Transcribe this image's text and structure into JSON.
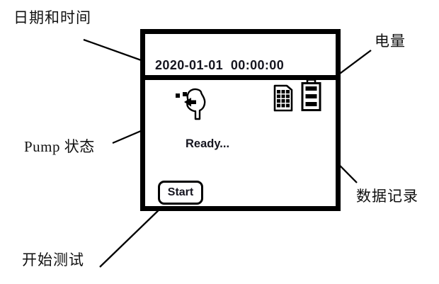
{
  "colors": {
    "ink": "#000000",
    "annotation_text": "#111111",
    "screen_text": "#15151f",
    "background": "#ffffff"
  },
  "annotations": {
    "date_time": {
      "label": "日期和时间"
    },
    "battery": {
      "label": "电量"
    },
    "pump_status": {
      "label": "Pump 状态"
    },
    "data_log": {
      "label": "数据记录"
    },
    "start_test": {
      "label": "开始测试"
    }
  },
  "screen": {
    "datetime_text": "2020-01-01  00:00:00",
    "status_text": "Ready...",
    "start_button_label": "Start",
    "icons": {
      "pump": "pump-status-icon",
      "data_log": "data-log-icon",
      "battery": "battery-icon"
    }
  }
}
